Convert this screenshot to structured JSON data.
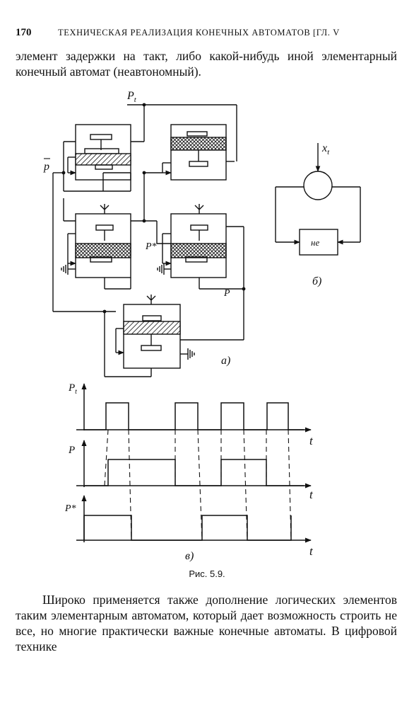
{
  "header": {
    "page_number": "170",
    "running_head": "ТЕХНИЧЕСКАЯ РЕАЛИЗАЦИЯ КОНЕЧНЫХ АВТОМАТОВ [ГЛ. V"
  },
  "paragraph_top": "элемент задержки на такт, либо какой-нибудь иной элементарный конечный автомат (неавтономный).",
  "figure": {
    "caption": "Рис. 5.9.",
    "part_a": {
      "label": "а)",
      "label_pt": "P",
      "label_pt_sub": "t",
      "label_pbar": "p",
      "label_pstar": "P*",
      "label_p": "P"
    },
    "part_b": {
      "label": "б)",
      "input_label": "x",
      "input_sub": "t",
      "inverter_label": "не"
    },
    "part_v": {
      "label": "в)",
      "axis_t": "t",
      "sig1": "P",
      "sig1_sub": "t",
      "sig2": "P",
      "sig3": "P*"
    }
  },
  "paragraph_bottom": "Широко применяется также дополнение логических элементов таким элементарным автоматом, который дает возможность строить не все, но многие практически важные конечные автоматы. В цифровой технике"
}
